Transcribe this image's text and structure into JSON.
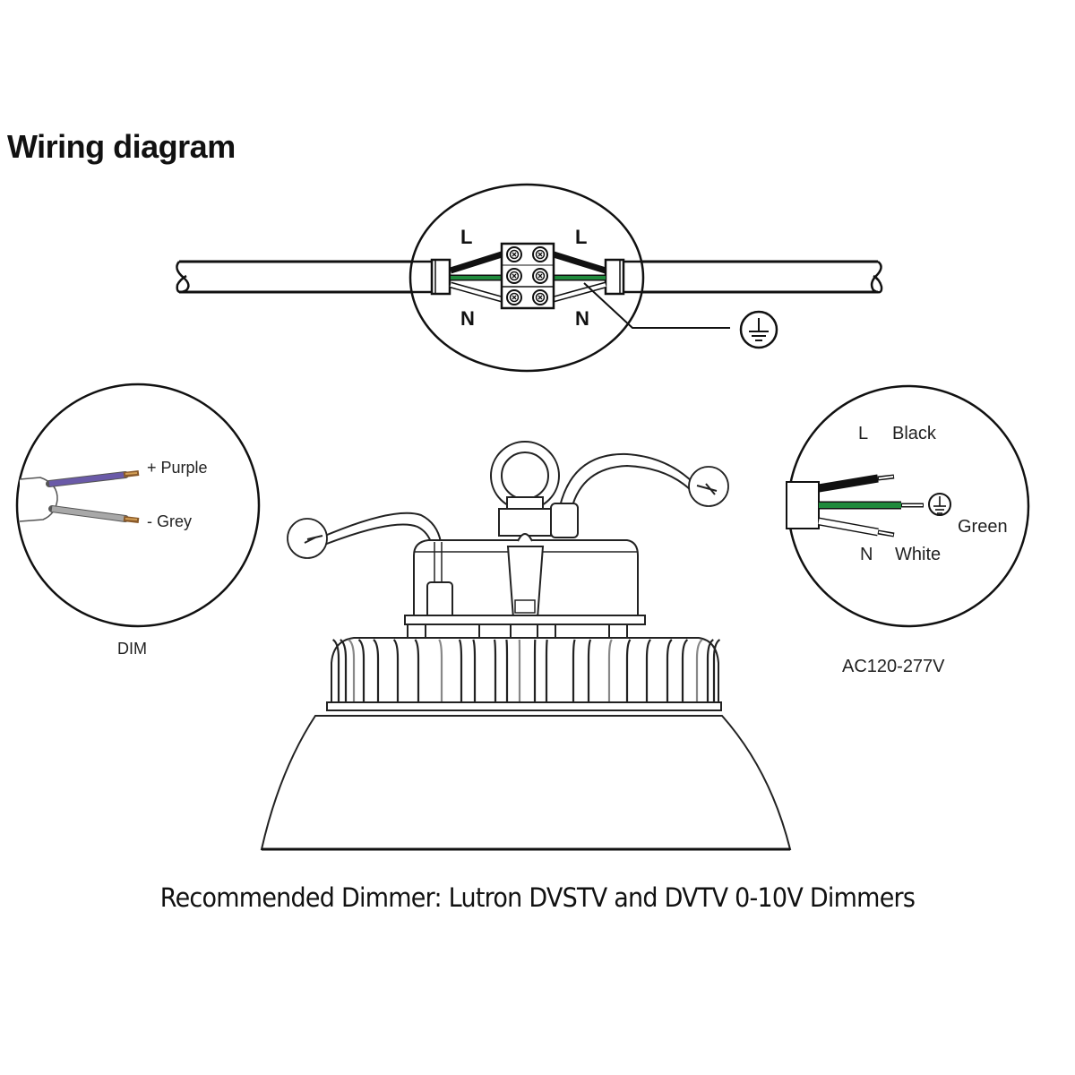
{
  "title": "Wiring diagram",
  "connection_detail": {
    "labels": {
      "left_top": "L",
      "right_top": "L",
      "left_bottom": "N",
      "right_bottom": "N"
    },
    "ground_symbol": "ground-icon",
    "wire_colors": {
      "line": "#111111",
      "ground": "#1f8a3c",
      "neutral": "#ffffff"
    },
    "terminal_block": {
      "rows": 3,
      "columns": 2
    }
  },
  "dim_detail": {
    "caption": "DIM",
    "wires": [
      {
        "label": "+ Purple",
        "color": "#6a5aa8"
      },
      {
        "label": "- Grey",
        "color": "#9a9a9a"
      }
    ]
  },
  "ac_detail": {
    "caption": "AC120-277V",
    "wires": [
      {
        "prefix": "L",
        "label": "Black",
        "color": "#111111"
      },
      {
        "prefix": "",
        "label": "Green",
        "color": "#1f8a3c"
      },
      {
        "prefix": "N",
        "label": "White",
        "color": "#ffffff"
      }
    ]
  },
  "footer": "Recommended Dimmer: Lutron DVSTV and DVTV 0-10V Dimmers"
}
